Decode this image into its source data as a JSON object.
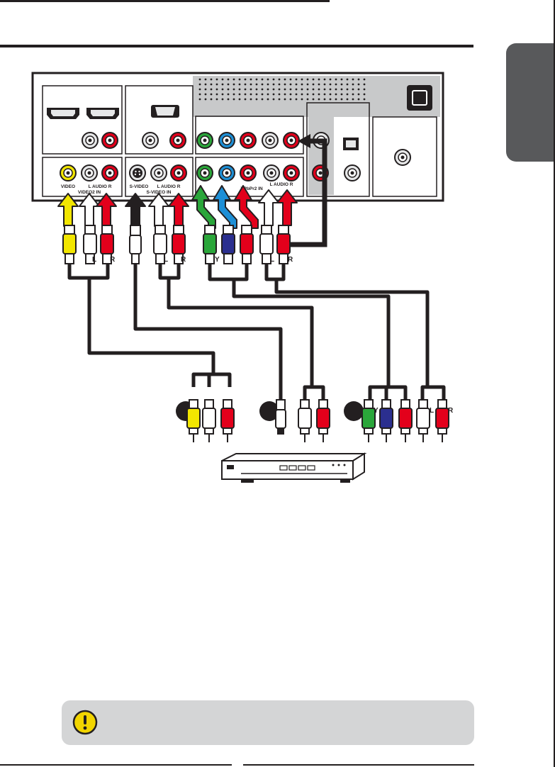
{
  "panel_labels": {
    "video": "VIDEO",
    "audio_lr_1": "L AUDIO R",
    "video2_in": "VIDEO2 IN",
    "svideo": "S-VIDEO",
    "audio_lr_2": "L AUDIO R",
    "svideo_in": "S-VIDEO IN",
    "ypbpr2_in": "YPbPr2 IN",
    "audio_lr_3": "L AUDIO R"
  },
  "plug_labels": {
    "composite_l": "L",
    "composite_r": "R",
    "svideo_l": "L",
    "svideo_r": "R",
    "component_y": "Y",
    "component_l": "L",
    "component_r": "R",
    "device_component_y": "Y",
    "device_audio_l": "L",
    "device_audio_r": "R"
  },
  "note": {
    "text": "",
    "icon": "exclamation-icon"
  },
  "colors": {
    "yellow": "#f2e600",
    "white": "#ffffff",
    "red": "#e3001b",
    "green": "#2aa63a",
    "blue": "#1d8fd6",
    "navy": "#2b2f8f",
    "black": "#231f20",
    "panel_gray": "#c8c9ca",
    "tab_gray": "#58595b",
    "note_gray": "#d4d5d6"
  }
}
